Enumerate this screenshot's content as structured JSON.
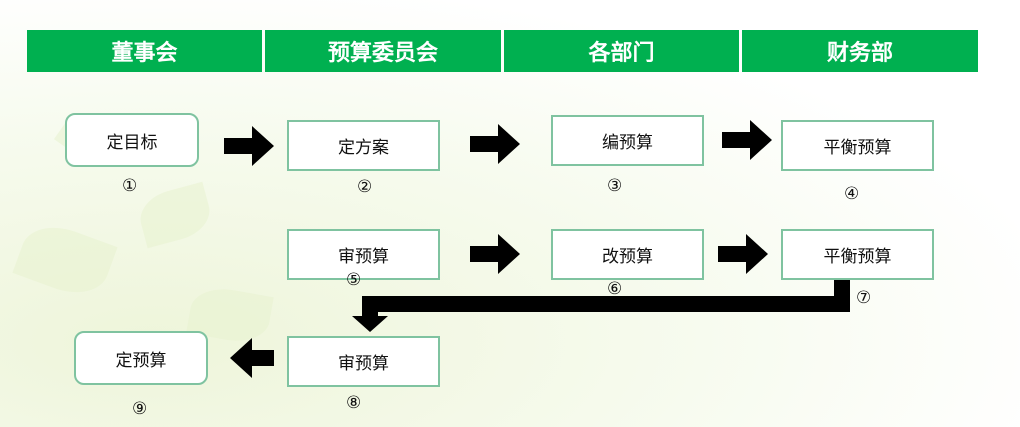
{
  "headers": [
    "董事会",
    "预算委员会",
    "各部门",
    "财务部"
  ],
  "steps": {
    "s1": {
      "label": "定目标",
      "num": "①"
    },
    "s2": {
      "label": "定方案",
      "num": "②"
    },
    "s3": {
      "label": "编预算",
      "num": "③"
    },
    "s4": {
      "label": "平衡预算",
      "num": "④"
    },
    "s5": {
      "label": "审预算",
      "num": "⑤"
    },
    "s6": {
      "label": "改预算",
      "num": "⑥"
    },
    "s7": {
      "label": "平衡预算",
      "num": "⑦"
    },
    "s8": {
      "label": "审预算",
      "num": "⑧"
    },
    "s9": {
      "label": "定预算",
      "num": "⑨"
    }
  },
  "colors": {
    "header": "#00b050",
    "box_border": "#7fc3a0",
    "arrow": "#000000"
  }
}
